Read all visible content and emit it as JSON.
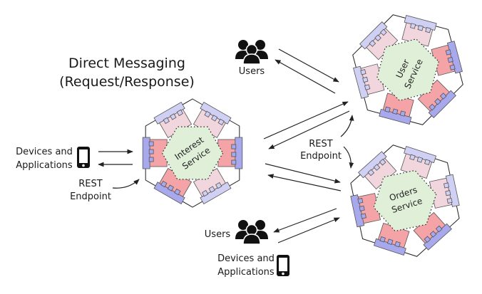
{
  "title": {
    "line1": "Direct Messaging",
    "line2": "(Request/Response)"
  },
  "colors": {
    "core_fill": "#e0f0d8",
    "adapter_pink": "#f2d6de",
    "adapter_red": "#f4a3a6",
    "port_lavender": "#d0d0f4",
    "port_blue": "#a8a8ec",
    "line": "#222222"
  },
  "services": [
    {
      "id": "interest",
      "line1": "Interest",
      "line2": "Service"
    },
    {
      "id": "user",
      "line1": "User",
      "line2": "Service"
    },
    {
      "id": "orders",
      "line1": "Orders",
      "line2": "Service"
    }
  ],
  "actors": {
    "devices_left": {
      "line1": "Devices and",
      "line2": "Applications",
      "icon": "smartphone-icon"
    },
    "users_top": {
      "label": "Users",
      "icon": "users-icon"
    },
    "users_bottom": {
      "label": "Users",
      "icon": "users-icon"
    },
    "devices_bottom": {
      "line1": "Devices and",
      "line2": "Applications",
      "icon": "smartphone-icon"
    }
  },
  "endpoints": {
    "left": {
      "line1": "REST",
      "line2": "Endpoint"
    },
    "middle": {
      "line1": "REST",
      "line2": "Endpoint"
    }
  }
}
